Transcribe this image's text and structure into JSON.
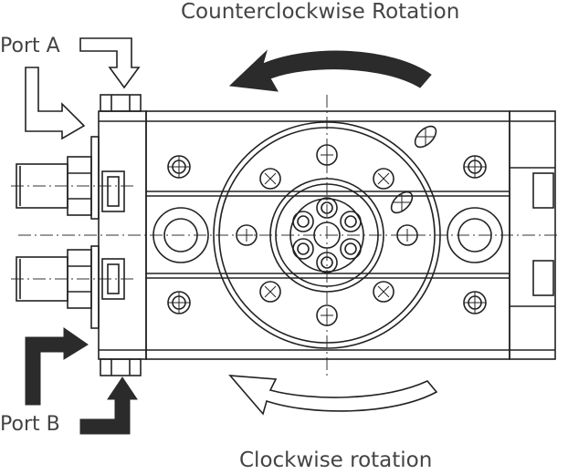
{
  "labels": {
    "counterclockwise": "Counterclockwise Rotation",
    "clockwise": "Clockwise rotation",
    "port_a": "Port A",
    "port_b": "Port B"
  },
  "colors": {
    "line": "#222222",
    "text": "#444444",
    "arrow_fill": "#2b2b2b",
    "background": "#ffffff"
  }
}
